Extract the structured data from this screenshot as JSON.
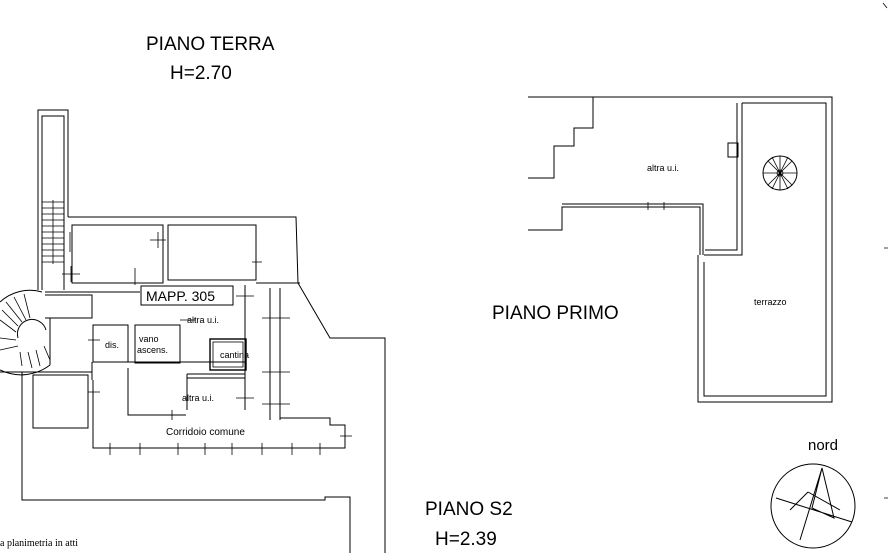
{
  "labels": {
    "piano_terra": "PIANO TERRA",
    "h_terra": "H=2.70",
    "mapp": "MAPP. 305",
    "dis": "dis.",
    "vano": "vano",
    "ascens": "ascens.",
    "altra_ui_ground_1": "altra u.i.",
    "cantina": "cantina",
    "altra_ui_ground_2": "altra u.i.",
    "corridoio": "Corridoio comune",
    "piano_primo": "PIANO PRIMO",
    "altra_ui_primo": "altra u.i.",
    "terrazzo": "terrazzo",
    "piano_s2": "PIANO S2",
    "h_s2": "H=2.39",
    "nord": "nord",
    "footnote": "a planimetria in atti"
  },
  "colors": {
    "line": "#000000",
    "background": "#ffffff"
  }
}
